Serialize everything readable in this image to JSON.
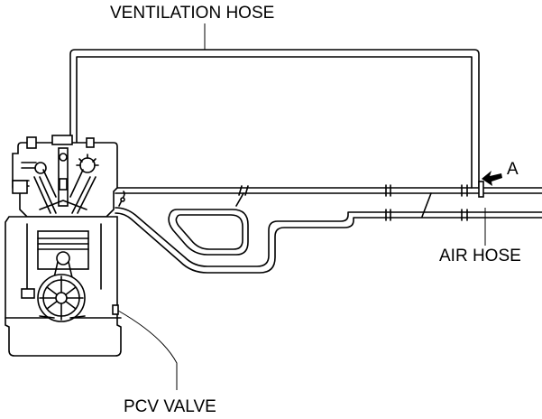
{
  "labels": {
    "ventilation_hose": "VENTILATION HOSE",
    "air_hose": "AIR HOSE",
    "pcv_valve": "PCV VALVE",
    "point_a": "A"
  },
  "colors": {
    "line": "#000000",
    "background": "#ffffff"
  }
}
